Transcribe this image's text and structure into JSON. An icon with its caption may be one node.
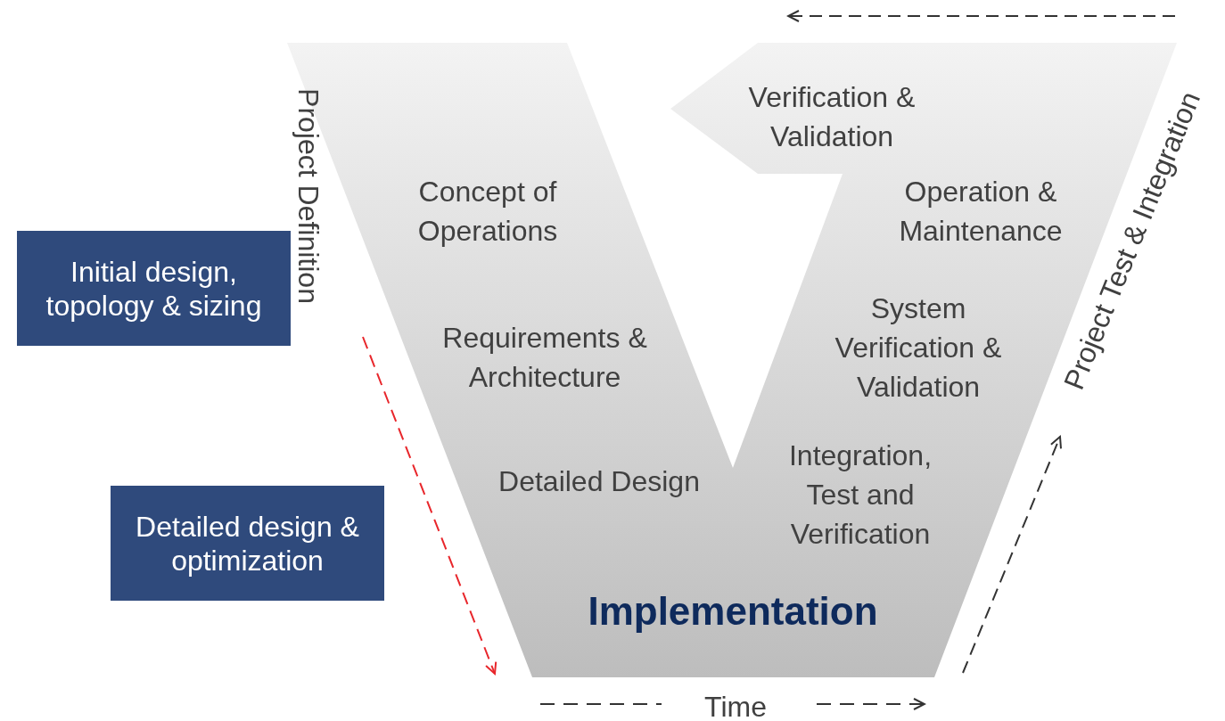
{
  "diagram": {
    "nodes": [
      {
        "text": [
          "Initial design, topology & sizing"
        ]
      },
      {
        "text": [
          "Detailed design & optimization"
        ]
      },
      {
        "text": [
          "Verification & Validation",
          "Concept of Operations",
          "Operation & Maintenance",
          "Requirements & Architecture",
          "System Verification & Validation",
          "Detailed Design",
          "Integration, Test and Verification",
          "Implementation"
        ]
      }
    ],
    "edges": [],
    "labels": [
      "Project Definition",
      "Project Test & Integration",
      "Time"
    ]
  }
}
